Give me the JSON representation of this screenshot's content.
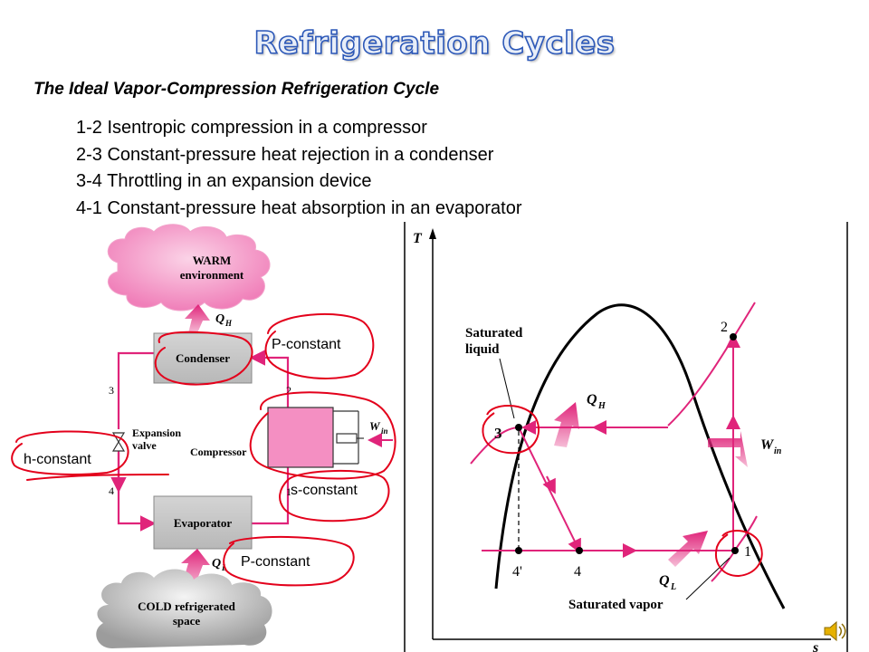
{
  "slide": {
    "title": "Refrigeration Cycles",
    "subtitle": "The Ideal Vapor-Compression Refrigeration Cycle",
    "steps": [
      "1-2 Isentropic compression in a compressor",
      "2-3 Constant-pressure heat rejection in a condenser",
      "3-4 Throttling in an expansion device",
      "4-1 Constant-pressure heat absorption in an evaporator"
    ]
  },
  "schematic": {
    "warm_env_line1": "WARM",
    "warm_env_line2": "environment",
    "qh": "Q",
    "qh_sub": "H",
    "condenser": "Condenser",
    "expansion_line1": "Expansion",
    "expansion_line2": "valve",
    "compressor": "Compressor",
    "win": "W",
    "win_sub": "in",
    "evaporator": "Evaporator",
    "ql": "Q",
    "ql_sub": "L",
    "cold_line1": "COLD refrigerated",
    "cold_line2": "space",
    "state_1": "1",
    "state_2": "2",
    "state_3": "3",
    "state_4": "4"
  },
  "annotations": {
    "p_constant_condenser": "P-constant",
    "h_constant": "h-constant",
    "s_constant": "s-constant",
    "p_constant_evaporator": "P-constant"
  },
  "ts_diagram": {
    "y_axis": "T",
    "x_axis": "s",
    "saturated_liquid_line1": "Saturated",
    "saturated_liquid_line2": "liquid",
    "saturated_vapor": "Saturated vapor",
    "qh": "Q",
    "qh_sub": "H",
    "ql": "Q",
    "ql_sub": "L",
    "win": "W",
    "win_sub": "in",
    "point_1": "1",
    "point_2": "2",
    "point_3": "3",
    "point_4": "4",
    "point_4prime": "4'"
  },
  "colors": {
    "accent_pink": "#e0247a",
    "ink_red": "#e3001b",
    "box_gray": "#c9c9c9",
    "cloud_pink": "#f48fc2",
    "cloud_gray": "#a9a9a9",
    "title_outline": "#2c58b8"
  },
  "icons": [
    "speaker-icon"
  ]
}
